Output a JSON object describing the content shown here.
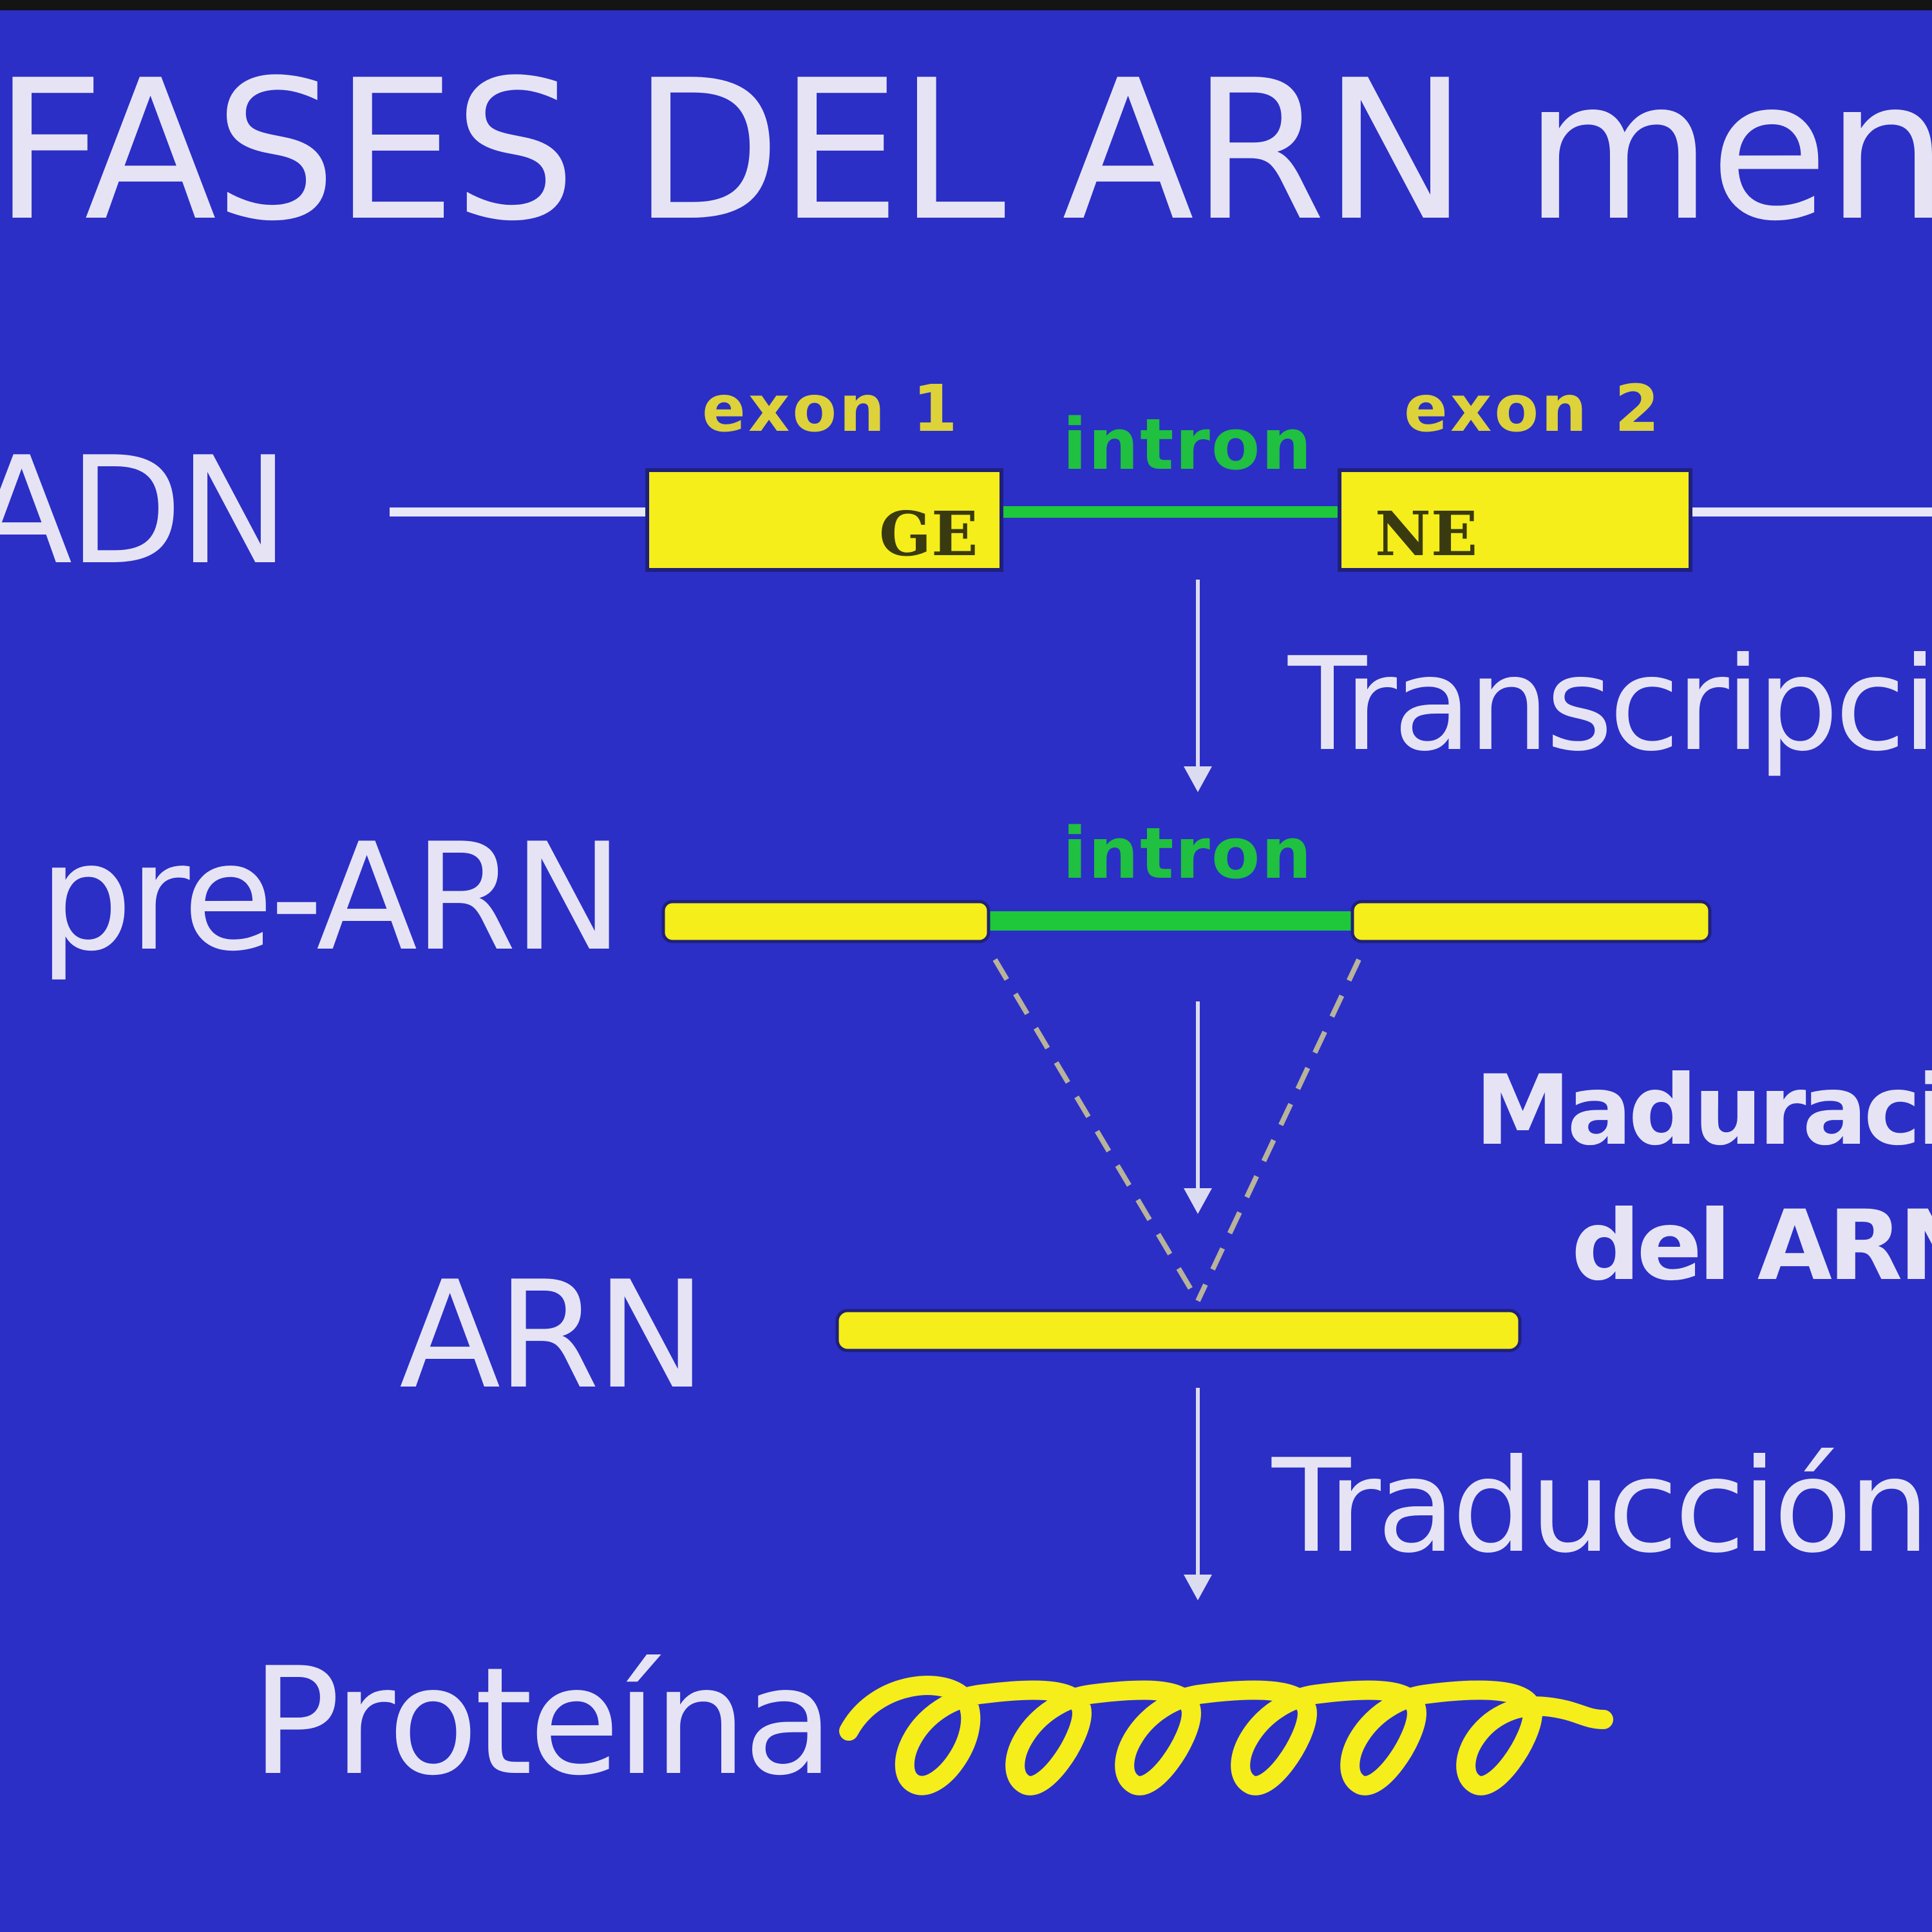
{
  "title": "FASES DEL ARN mensajero",
  "rows": {
    "adn": "ADN",
    "pre_arn": "pre-ARN",
    "arn": "ARN",
    "proteina": "Proteína"
  },
  "gene": {
    "exon1_label": "exon 1",
    "exon2_label": "exon 2",
    "intron_label": "intron",
    "exon1_end_code": "GE",
    "exon2_start_code": "NE"
  },
  "pre_arn_intron_label": "intron",
  "steps": {
    "transcription": "Transcripción",
    "maturation_line1": "Maduración",
    "maturation_line2": "del ARN",
    "translation": "Traducción"
  },
  "colors": {
    "background": "#2b2fc6",
    "exon": "#f5ee1a",
    "intron": "#1ec83a",
    "text": "#e6e4f4",
    "arrow": "#dcdcf0"
  }
}
